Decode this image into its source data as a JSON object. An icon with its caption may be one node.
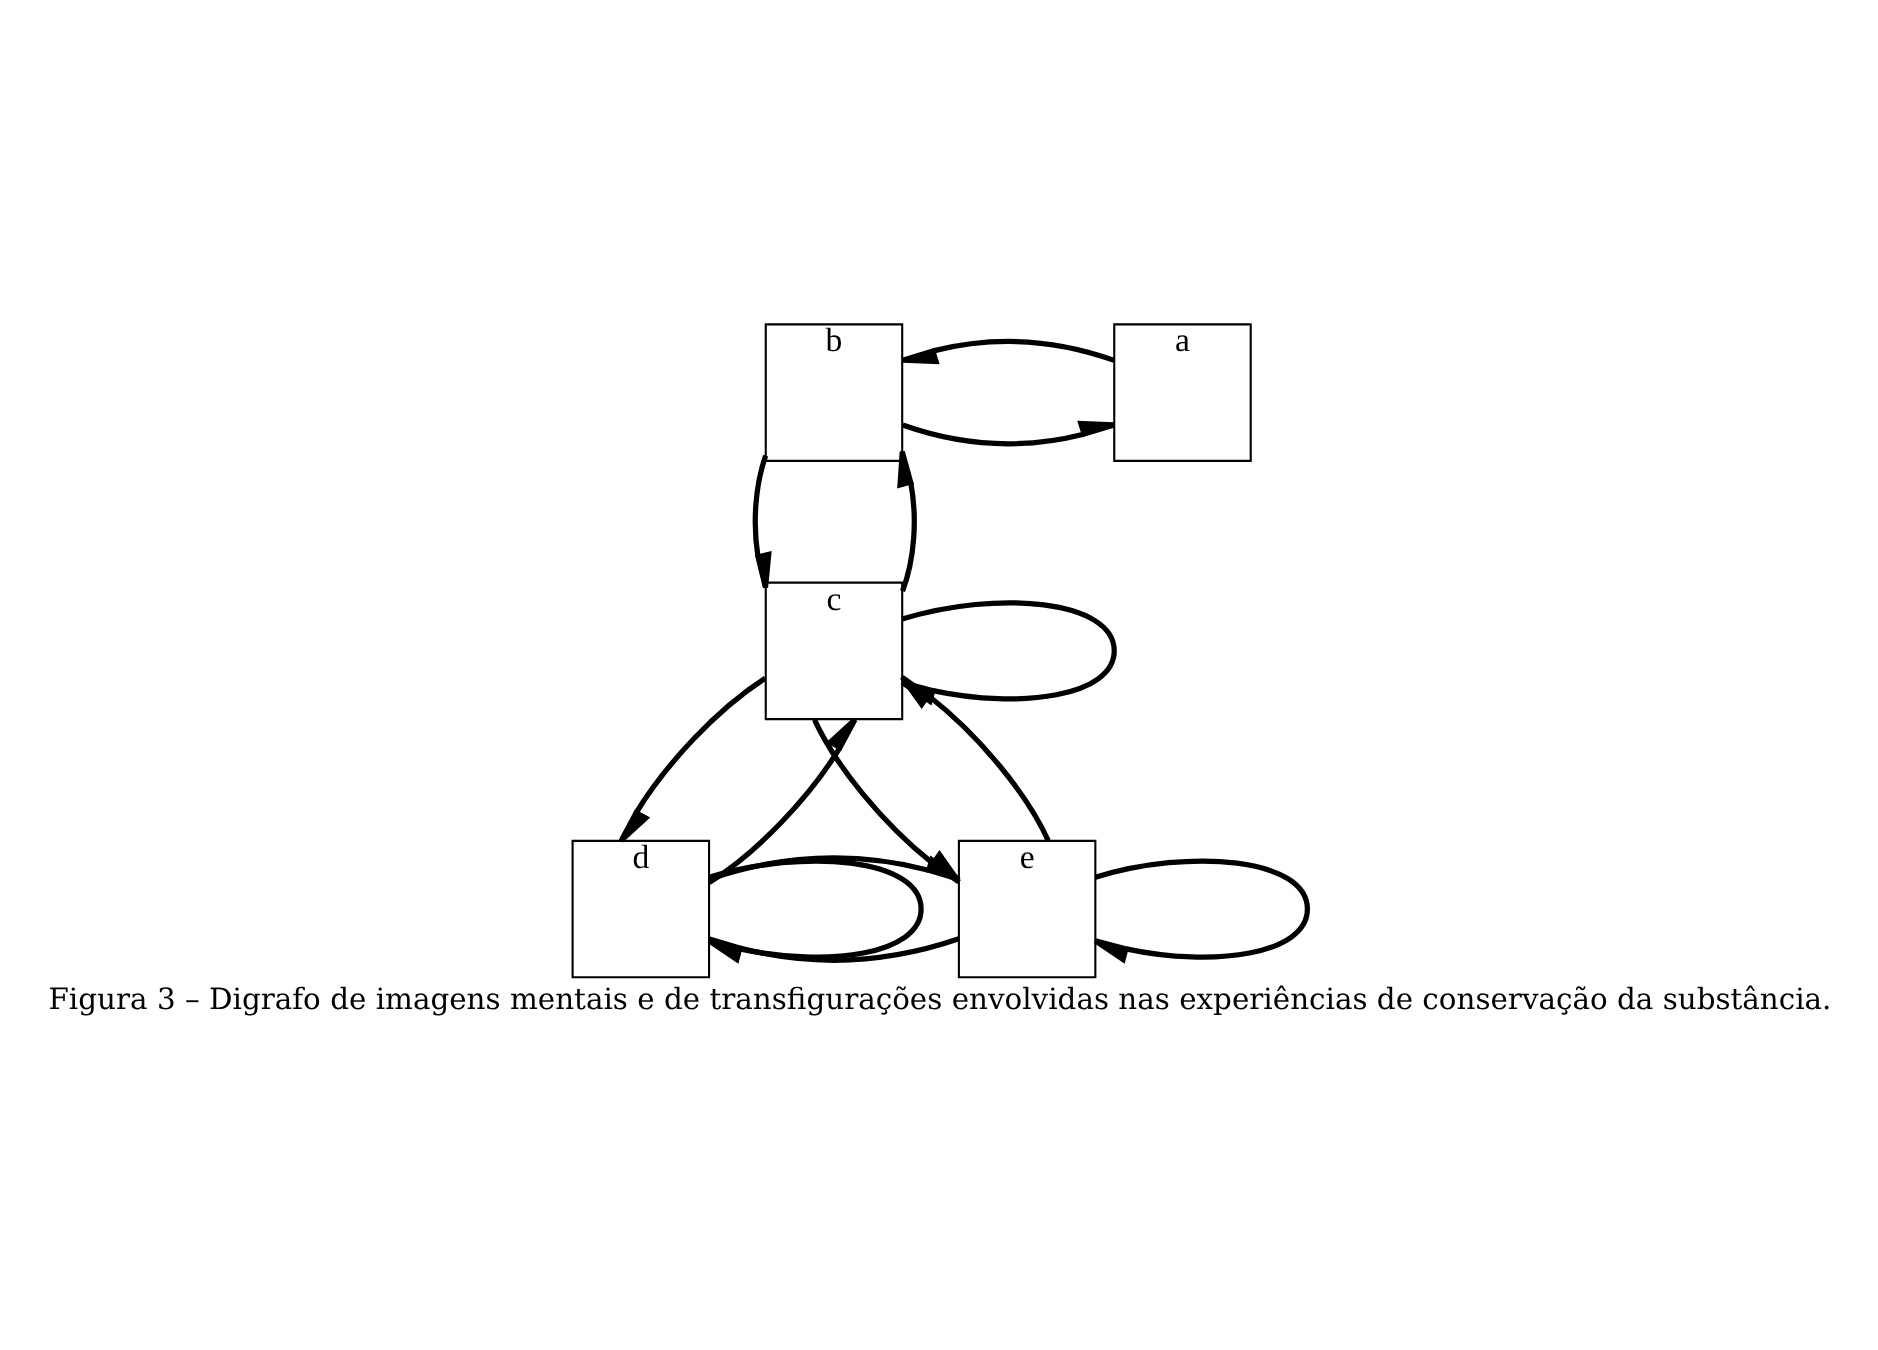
{
  "diagram": {
    "caption": "Figura 3 – Digrafo de imagens mentais e de transfigurações envolvidas nas experiências de conservação da substância.",
    "nodes": [
      {
        "text": [
          "b"
        ]
      },
      {
        "text": [
          "a"
        ]
      },
      {
        "text": [
          "c"
        ]
      },
      {
        "text": [
          "d"
        ]
      },
      {
        "text": [
          "e"
        ]
      }
    ],
    "edges": [
      {
        "from": 0,
        "to": 1,
        "arrow": "to"
      },
      {
        "from": 1,
        "to": 0,
        "arrow": "to"
      },
      {
        "from": 2,
        "to": 0,
        "arrow": "to"
      },
      {
        "from": 0,
        "to": 2,
        "arrow": "to"
      },
      {
        "from": 2,
        "to": 2,
        "arrow": "to"
      },
      {
        "from": 2,
        "to": 3,
        "arrow": "to"
      },
      {
        "from": 3,
        "to": 2,
        "arrow": "to"
      },
      {
        "from": 2,
        "to": 4,
        "arrow": "to"
      },
      {
        "from": 4,
        "to": 2,
        "arrow": "to"
      },
      {
        "from": 4,
        "to": 3,
        "arrow": "to"
      },
      {
        "from": 3,
        "to": 4,
        "arrow": "to"
      },
      {
        "from": 3,
        "to": 3,
        "arrow": "to"
      },
      {
        "from": 4,
        "to": 4,
        "arrow": "to"
      }
    ]
  }
}
